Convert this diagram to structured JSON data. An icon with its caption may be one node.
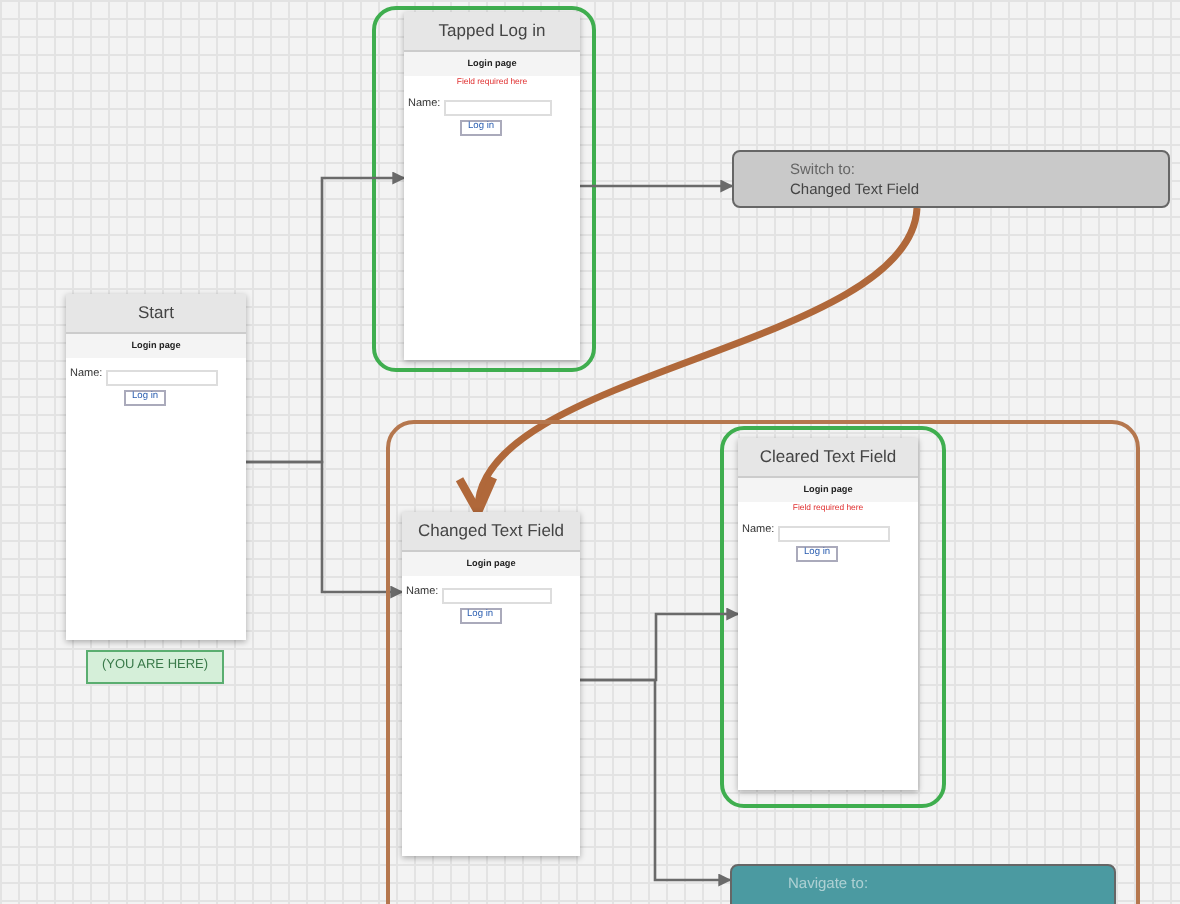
{
  "diagram": {
    "nodes": [
      {
        "text": [
          "Tapped Log in",
          "Login page",
          "Field required here",
          "Name:",
          "Log in"
        ]
      },
      {
        "text": [
          "Switch to:",
          "Changed Text Field"
        ]
      },
      {
        "text": [
          "Start",
          "Login page",
          "Name:",
          "Log in"
        ]
      },
      {
        "text": [
          "(YOU ARE HERE)"
        ]
      },
      {
        "text": [],
        "shape": "box"
      },
      {
        "in": 4,
        "text": [
          "Changed Text Field",
          "Login page",
          "Name:",
          "Log in"
        ]
      },
      {
        "in": 4,
        "text": [
          "Cleared Text Field",
          "Login page",
          "Field required here",
          "Name:",
          "Log in"
        ]
      },
      {
        "in": 4,
        "text": [
          "Navigate to:"
        ]
      }
    ],
    "edges": [
      {
        "from": 2,
        "to": 0,
        "arrow": "to"
      },
      {
        "from": 2,
        "to": 5,
        "arrow": "to"
      },
      {
        "from": 0,
        "to": 1,
        "arrow": "to"
      },
      {
        "from": 1,
        "to": 5,
        "arrow": "to",
        "style": "thick",
        "color": "#b0683a"
      },
      {
        "from": 5,
        "to": 6,
        "arrow": "to"
      },
      {
        "from": 5,
        "to": 7,
        "arrow": "to"
      }
    ]
  }
}
